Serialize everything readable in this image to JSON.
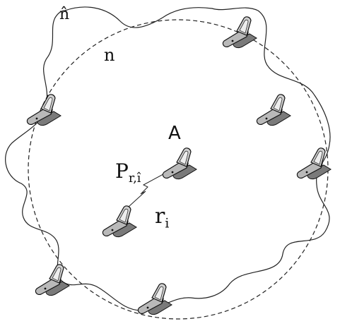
{
  "labels": {
    "n_hat": "n̂",
    "n": "n",
    "A": "A",
    "p_main": "P",
    "p_sub": "r,î",
    "r_main": "r",
    "r_sub": "i"
  },
  "phones": [
    {
      "name": "phone-top-right"
    },
    {
      "name": "phone-left"
    },
    {
      "name": "phone-right-upper"
    },
    {
      "name": "phone-right"
    },
    {
      "name": "phone-center-a"
    },
    {
      "name": "phone-center-lower"
    },
    {
      "name": "phone-bottom-left"
    },
    {
      "name": "phone-bottom"
    }
  ],
  "colors": {
    "stroke": "#111111",
    "phone_body": "#b9b9b9",
    "phone_face": "#ededed",
    "phone_shadow": "#7a7a7a"
  }
}
